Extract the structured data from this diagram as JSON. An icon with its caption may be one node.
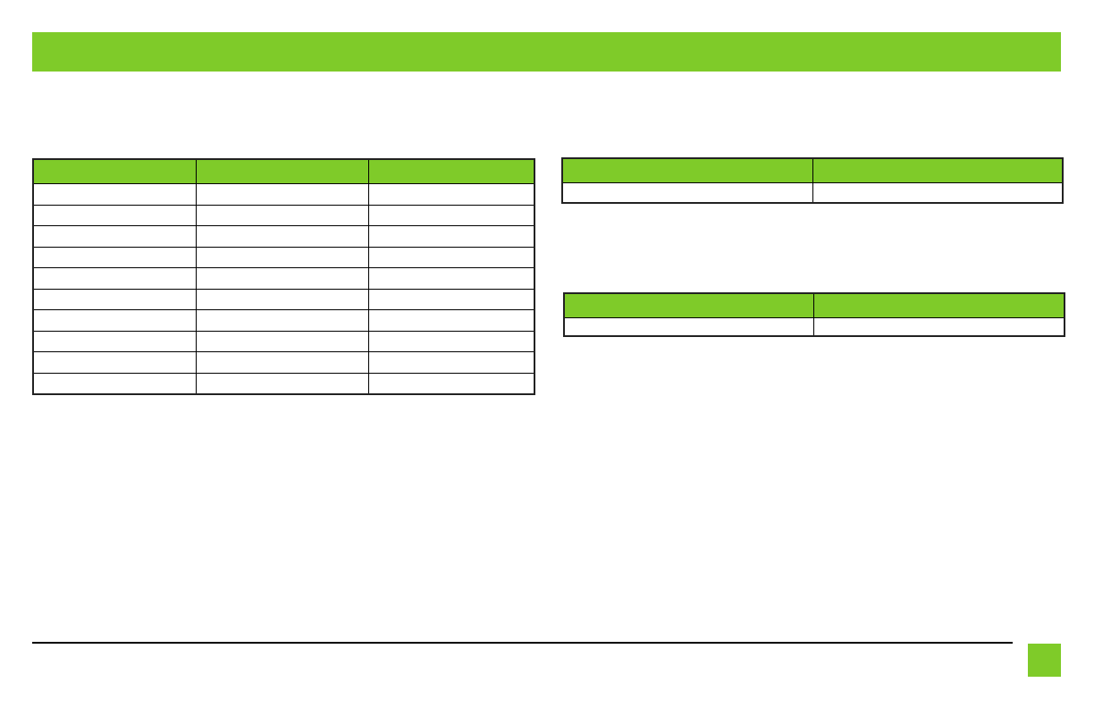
{
  "diagram": {
    "nodes": [
      {
        "text": [],
        "shape": "bar"
      },
      {
        "text": [],
        "shape": "box"
      },
      {
        "text": [],
        "shape": "box"
      },
      {
        "text": [],
        "shape": "box"
      },
      {
        "text": [],
        "shape": "box"
      }
    ]
  }
}
